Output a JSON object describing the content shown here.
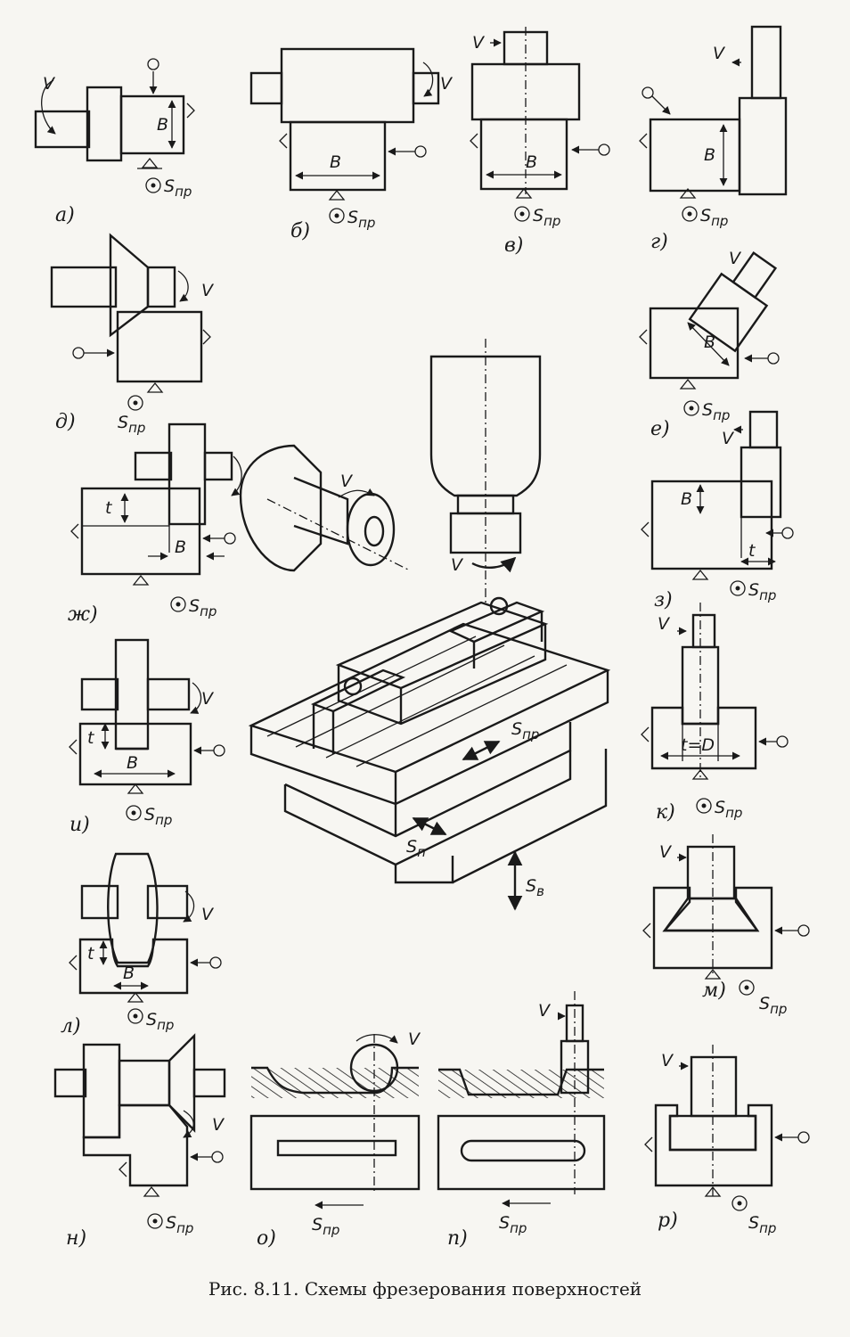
{
  "caption": "Рис. 8.11. Схемы фрезерования поверхностей",
  "symbols": {
    "velocity": "V",
    "width": "B",
    "depth": "t",
    "depth_eq": "t=D",
    "feed": "S",
    "feed_long_sub": "пр",
    "feed_cross_sub": "п",
    "feed_vert_sub": "в"
  },
  "panels": [
    {
      "id": "a",
      "label": "а)"
    },
    {
      "id": "b",
      "label": "б)"
    },
    {
      "id": "v",
      "label": "в)"
    },
    {
      "id": "g",
      "label": "г)"
    },
    {
      "id": "d",
      "label": "д)"
    },
    {
      "id": "e",
      "label": "е)"
    },
    {
      "id": "zh",
      "label": "ж)"
    },
    {
      "id": "z",
      "label": "з)"
    },
    {
      "id": "i",
      "label": "и)"
    },
    {
      "id": "k",
      "label": "к)"
    },
    {
      "id": "l",
      "label": "л)"
    },
    {
      "id": "m",
      "label": "м)"
    },
    {
      "id": "n",
      "label": "н)"
    },
    {
      "id": "o",
      "label": "о)"
    },
    {
      "id": "p",
      "label": "п)"
    },
    {
      "id": "r",
      "label": "р)"
    }
  ]
}
